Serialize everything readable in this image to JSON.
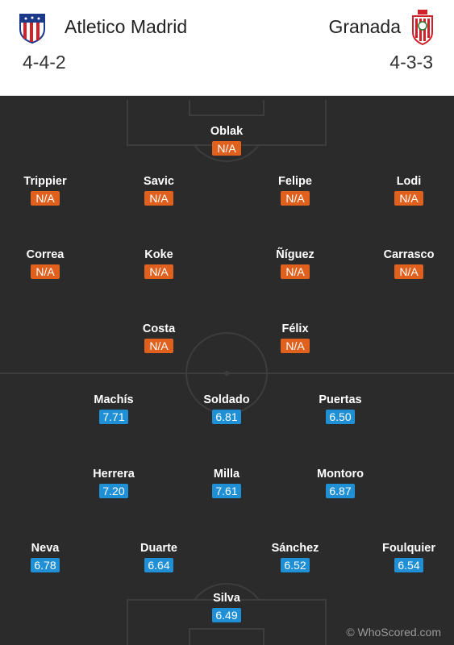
{
  "home": {
    "name": "Atletico Madrid",
    "formation": "4-4-2",
    "crest_icon": "atletico-madrid-crest-icon",
    "rating_color": "#e0611e",
    "players": [
      {
        "name": "Oblak",
        "rating": "N/A"
      },
      {
        "name": "Trippier",
        "rating": "N/A"
      },
      {
        "name": "Savic",
        "rating": "N/A"
      },
      {
        "name": "Felipe",
        "rating": "N/A"
      },
      {
        "name": "Lodi",
        "rating": "N/A"
      },
      {
        "name": "Correa",
        "rating": "N/A"
      },
      {
        "name": "Koke",
        "rating": "N/A"
      },
      {
        "name": "Ñíguez",
        "rating": "N/A"
      },
      {
        "name": "Carrasco",
        "rating": "N/A"
      },
      {
        "name": "Costa",
        "rating": "N/A"
      },
      {
        "name": "Félix",
        "rating": "N/A"
      }
    ]
  },
  "away": {
    "name": "Granada",
    "formation": "4-3-3",
    "crest_icon": "granada-crest-icon",
    "rating_color": "#1f8fd6",
    "players": [
      {
        "name": "Machís",
        "rating": "7.71"
      },
      {
        "name": "Soldado",
        "rating": "6.81"
      },
      {
        "name": "Puertas",
        "rating": "6.50"
      },
      {
        "name": "Herrera",
        "rating": "7.20"
      },
      {
        "name": "Milla",
        "rating": "7.61"
      },
      {
        "name": "Montoro",
        "rating": "6.87"
      },
      {
        "name": "Neva",
        "rating": "6.78"
      },
      {
        "name": "Duarte",
        "rating": "6.64"
      },
      {
        "name": "Sánchez",
        "rating": "6.52"
      },
      {
        "name": "Foulquier",
        "rating": "6.54"
      },
      {
        "name": "Silva",
        "rating": "6.49"
      }
    ]
  },
  "watermark": "© WhoScored.com",
  "colors": {
    "pitch": "#2b2b2b",
    "lines": "#3d3d3d"
  }
}
